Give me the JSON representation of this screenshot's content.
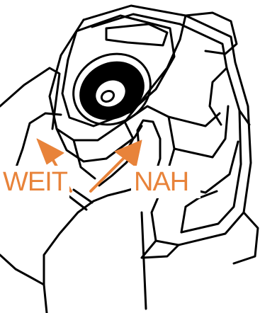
{
  "labels": {
    "far": "WEIT",
    "near": "NAH"
  },
  "colors": {
    "accent": "#E8833A",
    "line": "#000000",
    "background": "#FFFFFF"
  },
  "icons": {
    "device": "thermal-camera-rear-view",
    "hand": "hand-adjusting-focus-ring",
    "arrow_far": "arrow-up-left",
    "arrow_near": "arrow-up-right"
  }
}
